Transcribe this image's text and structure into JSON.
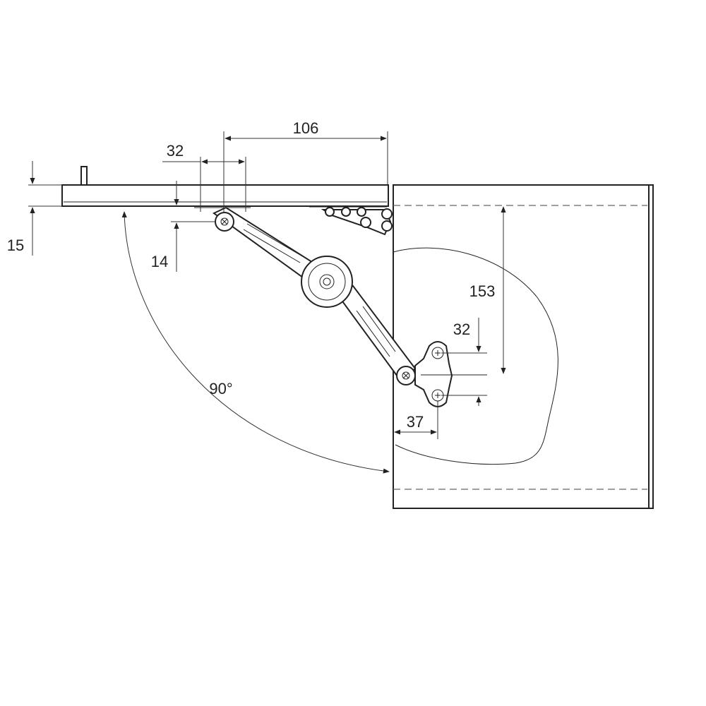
{
  "labels": {
    "overall_width": "106",
    "top_spacing": "32",
    "panel_thickness": "15",
    "offset_depth": "14",
    "vertical_offset": "153",
    "mount_spacing": "32",
    "side_offset": "37",
    "opening_angle": "90°"
  },
  "colors": {
    "line": "#222222",
    "dashed": "#666666",
    "background": "#ffffff"
  }
}
